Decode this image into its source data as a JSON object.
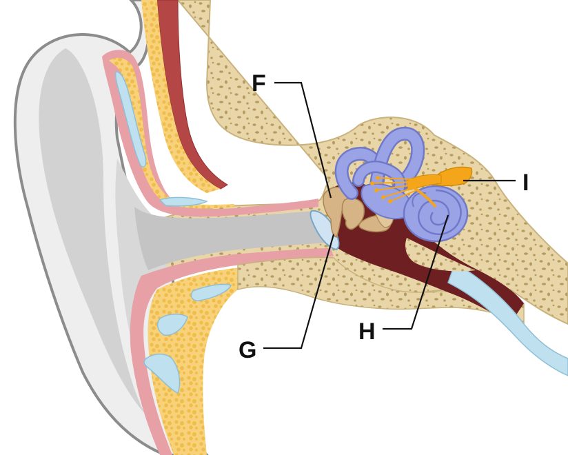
{
  "labels": {
    "f": "F",
    "g": "G",
    "h": "H",
    "i": "I"
  },
  "colors": {
    "background": "#ffffff",
    "skin_outline": "#8c8c8c",
    "pinna_fill": "#eeeeee",
    "pinna_shade": "#d2d2d2",
    "canal_fill": "#c4c4c4",
    "skin_pink": "#e7a1a6",
    "cartilage": "#f7d27a",
    "cartilage_dot": "#f1bd4a",
    "cartilage_core": "#bfe0ee",
    "bone": "#e8d6a8",
    "bone_dot": "#b59b62",
    "muscle": "#b44646",
    "ossicles": "#d6b486",
    "labyrinth": "#9aa3e6",
    "labyrinth_dark": "#7079c8",
    "nerve": "#f5a51a",
    "eustachian_dark": "#6d1f22",
    "eardrum": "#cfe3f2",
    "leader_line": "#111111"
  }
}
